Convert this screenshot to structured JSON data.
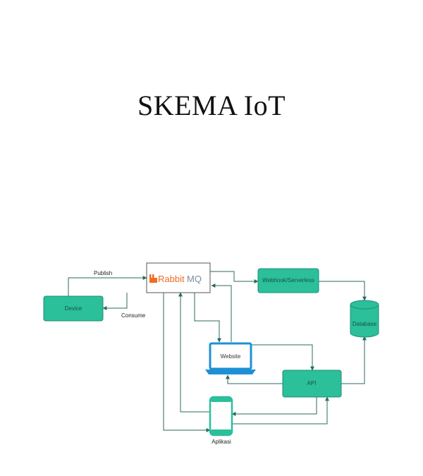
{
  "title": "SKEMA IoT",
  "nodes": {
    "rabbitmq": {
      "label_a": "Rabbit",
      "label_b": "MQ"
    },
    "device": {
      "label": "Device"
    },
    "webhook": {
      "label": "Webhook/Serverless"
    },
    "database": {
      "label": "Database"
    },
    "website": {
      "label": "Website"
    },
    "api": {
      "label": "API"
    },
    "aplikasi": {
      "label": "Aplikasi"
    }
  },
  "edges": {
    "publish": "Publish",
    "consume": "Consume"
  },
  "colors": {
    "node_fill": "#2bbf9a",
    "node_stroke": "#1f8f73",
    "edge": "#2a6b5f",
    "laptop": "#1e90d6",
    "rabbit_orange": "#f26b21"
  }
}
